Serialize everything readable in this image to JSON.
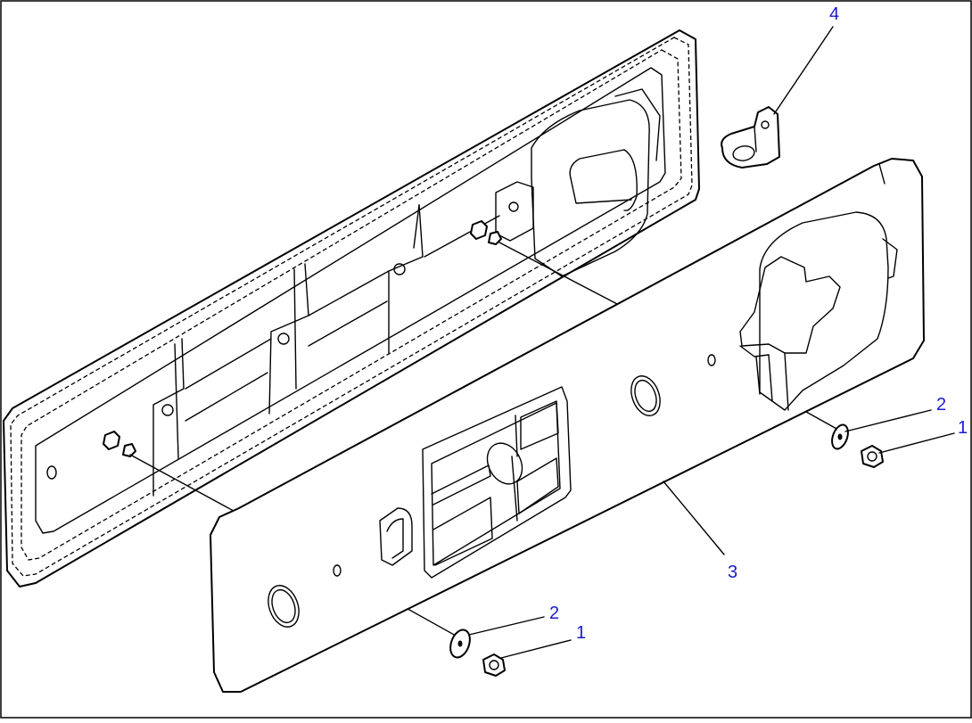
{
  "callouts": [
    {
      "id": "label-4",
      "text": "4"
    },
    {
      "id": "label-2-right",
      "text": "2"
    },
    {
      "id": "label-1-right",
      "text": "1"
    },
    {
      "id": "label-3",
      "text": "3"
    },
    {
      "id": "label-2-left",
      "text": "2"
    },
    {
      "id": "label-1-left",
      "text": "1"
    }
  ]
}
